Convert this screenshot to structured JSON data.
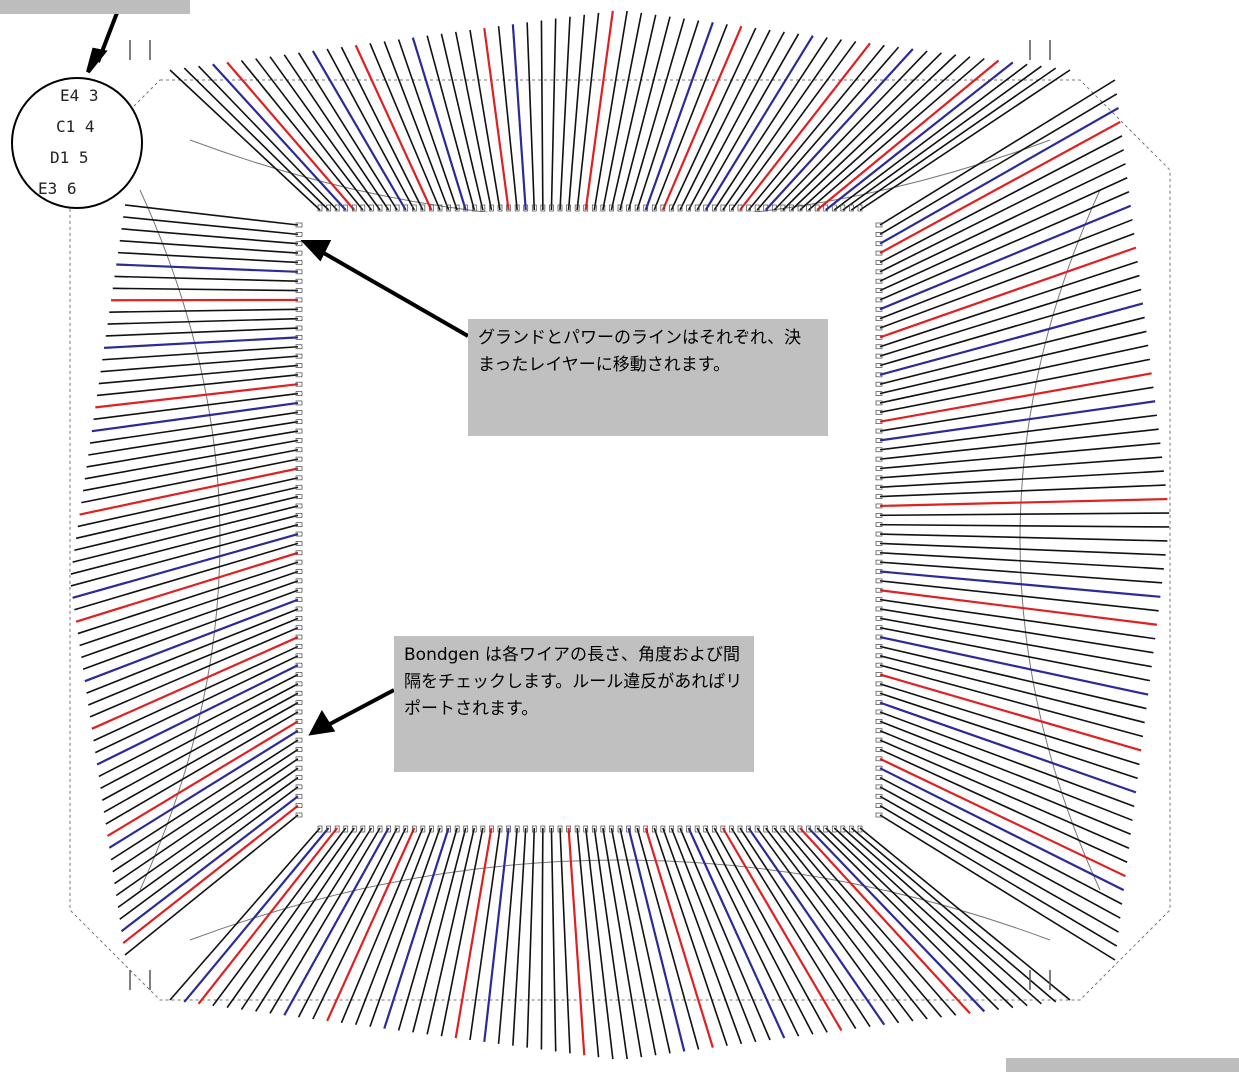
{
  "callouts": {
    "power_ground": "グランドとパワーのラインはそれぞれ、決まったレイヤーに移動されます。",
    "bondgen": "Bondgen は各ワイアの長さ、角度および間隔をチェックします。ルール違反があればリポートされます。"
  },
  "zoom_pins": [
    "E4 3",
    "C1 4",
    "D1 5",
    "E3 6"
  ],
  "colors": {
    "wire": "#111111",
    "power": "#e02020",
    "ground": "#2a2a9a",
    "callout_bg": "#c0c0c0"
  }
}
